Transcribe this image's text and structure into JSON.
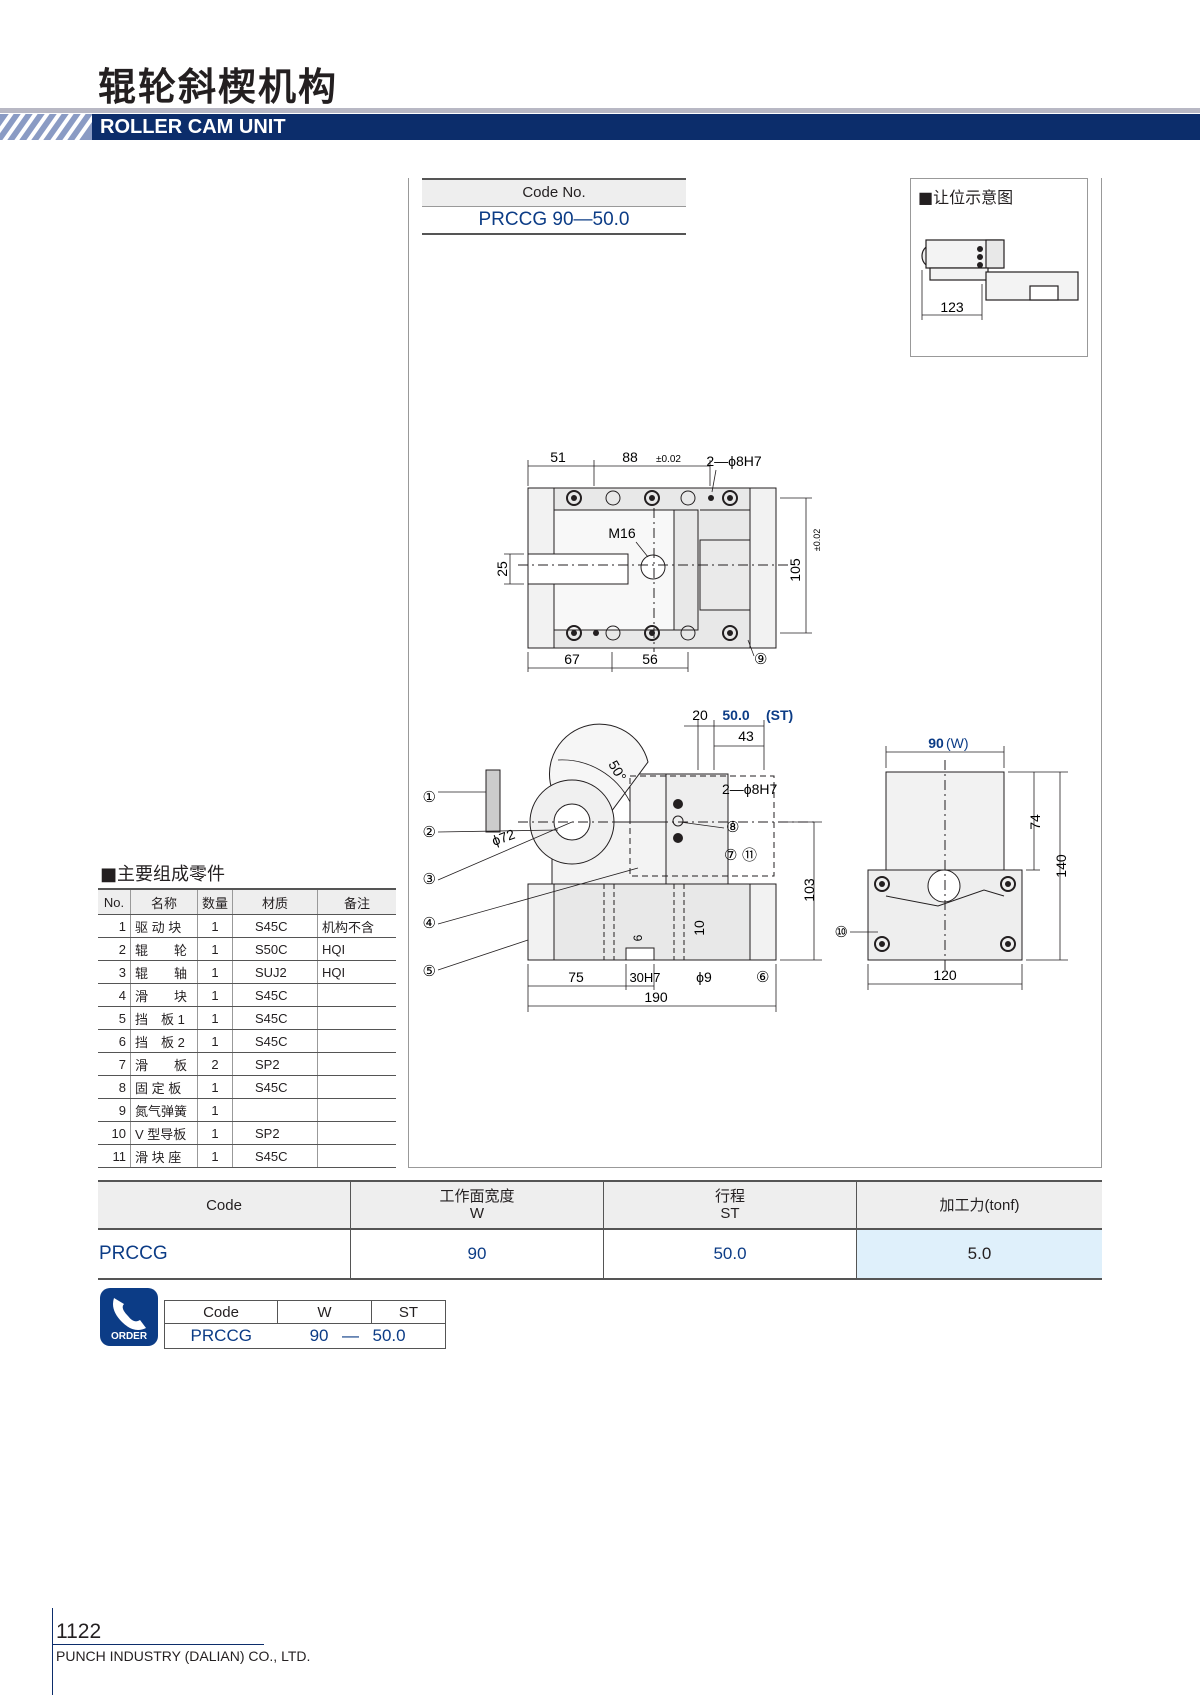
{
  "header": {
    "title_cn": "辊轮斜楔机构",
    "title_en": "ROLLER CAM UNIT"
  },
  "code_box": {
    "header": "Code No.",
    "value": "PRCCG 90—50.0"
  },
  "clearance": {
    "title": "■让位示意图",
    "dim": "123"
  },
  "drawing": {
    "top": {
      "d51": "51",
      "d88": "88",
      "d88_tol": "±0.02",
      "d2_8h7": "2—ϕ8H7",
      "m16": "M16",
      "d25": "25",
      "d105": "105",
      "d105_tol": "±0.02",
      "d67": "67",
      "d56": "56",
      "c9": "⑨"
    },
    "front": {
      "d20": "20",
      "st": "50.0",
      "st_label": "(ST)",
      "d43": "43",
      "angle": "50°",
      "d2_8h7": "2—ϕ8H7",
      "phi72": "ϕ72",
      "d103": "103",
      "d6": "6",
      "d10": "10",
      "d75": "75",
      "d30h7": "30H7",
      "phi9": "ϕ9",
      "d190": "190",
      "c1": "①",
      "c2": "②",
      "c3": "③",
      "c4": "④",
      "c5": "⑤",
      "c6": "⑥",
      "c7": "⑦",
      "c11": "⑪",
      "c8": "⑧"
    },
    "side": {
      "w": "90",
      "w_label": "(W)",
      "d74": "74",
      "d140": "140",
      "d120": "120",
      "c10": "⑩"
    }
  },
  "parts": {
    "title": "■主要组成零件",
    "headers": [
      "No.",
      "名称",
      "数量",
      "材质",
      "备注"
    ],
    "rows": [
      [
        "1",
        "驱 动 块",
        "1",
        "S45C",
        "机构不含"
      ],
      [
        "2",
        "辊　　轮",
        "1",
        "S50C",
        "HQI"
      ],
      [
        "3",
        "辊　　轴",
        "1",
        "SUJ2",
        "HQI"
      ],
      [
        "4",
        "滑　　块",
        "1",
        "S45C",
        ""
      ],
      [
        "5",
        "挡　板 1",
        "1",
        "S45C",
        ""
      ],
      [
        "6",
        "挡　板 2",
        "1",
        "S45C",
        ""
      ],
      [
        "7",
        "滑　　板",
        "2",
        "SP2",
        ""
      ],
      [
        "8",
        "固 定 板",
        "1",
        "S45C",
        ""
      ],
      [
        "9",
        "氮气弹簧",
        "1",
        "",
        ""
      ],
      [
        "10",
        "V 型导板",
        "1",
        "SP2",
        ""
      ],
      [
        "11",
        "滑 块 座",
        "1",
        "S45C",
        ""
      ]
    ]
  },
  "spec": {
    "h_code": "Code",
    "h_w_cn": "工作面宽度",
    "h_w": "W",
    "h_st_cn": "行程",
    "h_st": "ST",
    "h_force": "加工力(tonf)",
    "code": "PRCCG",
    "w": "90",
    "st": "50.0",
    "force": "5.0"
  },
  "order": {
    "label": "ORDER",
    "h_code": "Code",
    "h_w": "W",
    "h_st": "ST",
    "code": "PRCCG",
    "w": "90",
    "dash": "—",
    "st": "50.0"
  },
  "footer": {
    "page": "1122",
    "company": "PUNCH INDUSTRY (DALIAN) CO., LTD."
  },
  "colors": {
    "brand_blue": "#0c2d6b",
    "text_blue": "#0c3c86",
    "highlight": "#dff0fb"
  }
}
